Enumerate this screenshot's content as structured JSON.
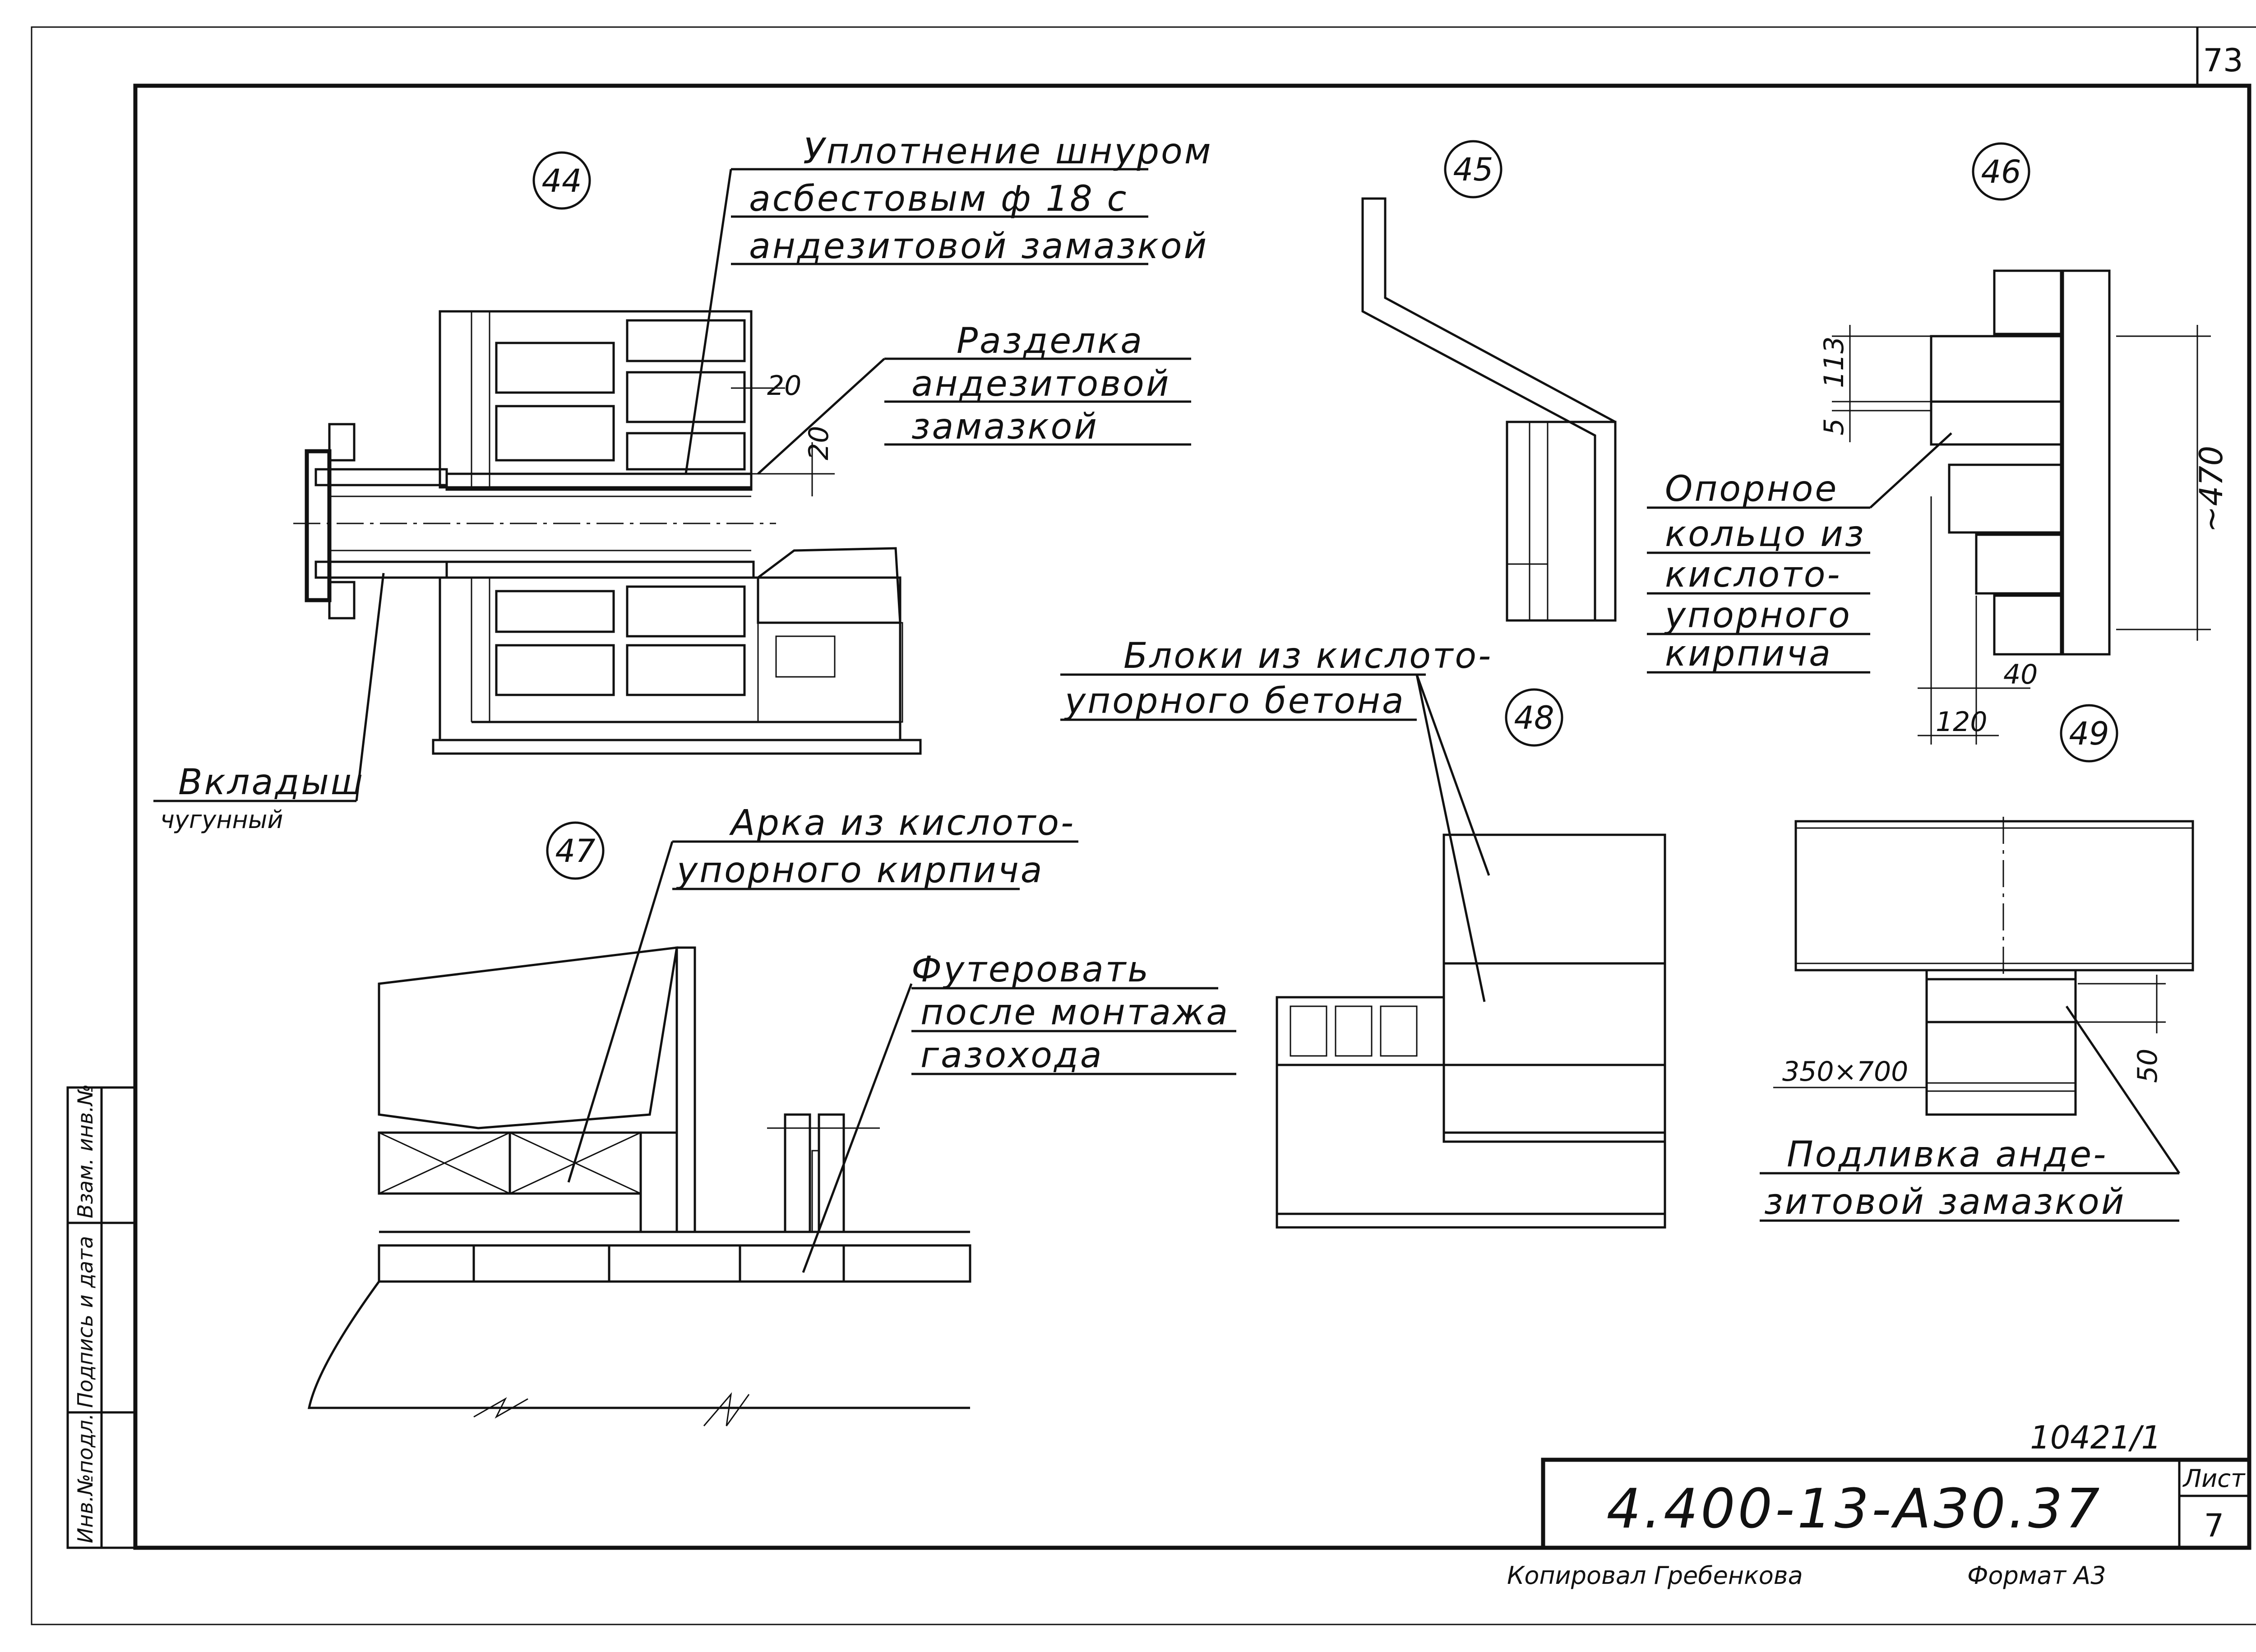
{
  "sheet": {
    "page_number": "73",
    "drawing_code": "4.400-13-АЗ0.37",
    "inventory_number": "10421/1",
    "sheet_label": "Лист",
    "sheet_value": "7",
    "copied_by": "Копировал  Гребенкова",
    "format": "Формат  А3"
  },
  "side_stamp": {
    "inv_no": "Инв.№подл.",
    "signature_date": "Подпись и дата",
    "replaces_inv": "Взам. инв.№"
  },
  "details": [
    {
      "id": "44"
    },
    {
      "id": "45"
    },
    {
      "id": "46"
    },
    {
      "id": "47"
    },
    {
      "id": "48"
    },
    {
      "id": "49"
    }
  ],
  "labels": {
    "seal": [
      "Уплотнение шнуром",
      "асбестовым ф 18 с",
      "андезитовой замазкой"
    ],
    "joint": [
      "Разделка",
      "андезитовой",
      "замазкой"
    ],
    "insert": [
      "Вкладыш",
      "чугунный"
    ],
    "support_ring": [
      "Опорное",
      "кольцо из",
      "кислото-",
      "упорного",
      "кирпича"
    ],
    "blocks": [
      "Блоки из кислото-",
      "упорного бетона"
    ],
    "arch": [
      "Арка из кислото-",
      "упорного кирпича"
    ],
    "lining": [
      "Футеровать",
      "после монтажа",
      "газохода"
    ],
    "grout": [
      "Подливка анде-",
      "зитовой замазкой"
    ]
  },
  "dimensions": {
    "d44_a": "20",
    "d44_b": "20",
    "d46_a": "113",
    "d46_b": "5",
    "d46_c": "~470",
    "d46_d": "40",
    "d46_e": "120",
    "d49_a": "350×700",
    "d49_b": "50"
  }
}
